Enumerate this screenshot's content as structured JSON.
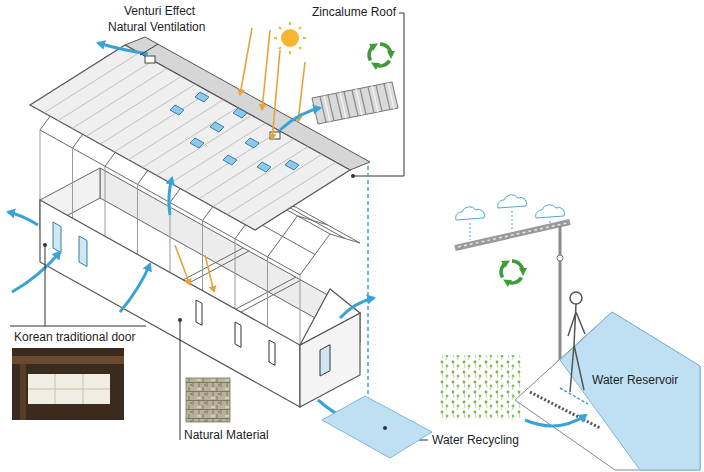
{
  "diagram": {
    "labels": [
      "Venturi Effect",
      "Natural Ventilation",
      "Zincalume Roof",
      "Korean traditional door",
      "Natural Material",
      "Water Recycling",
      "Water Reservoir"
    ]
  }
}
